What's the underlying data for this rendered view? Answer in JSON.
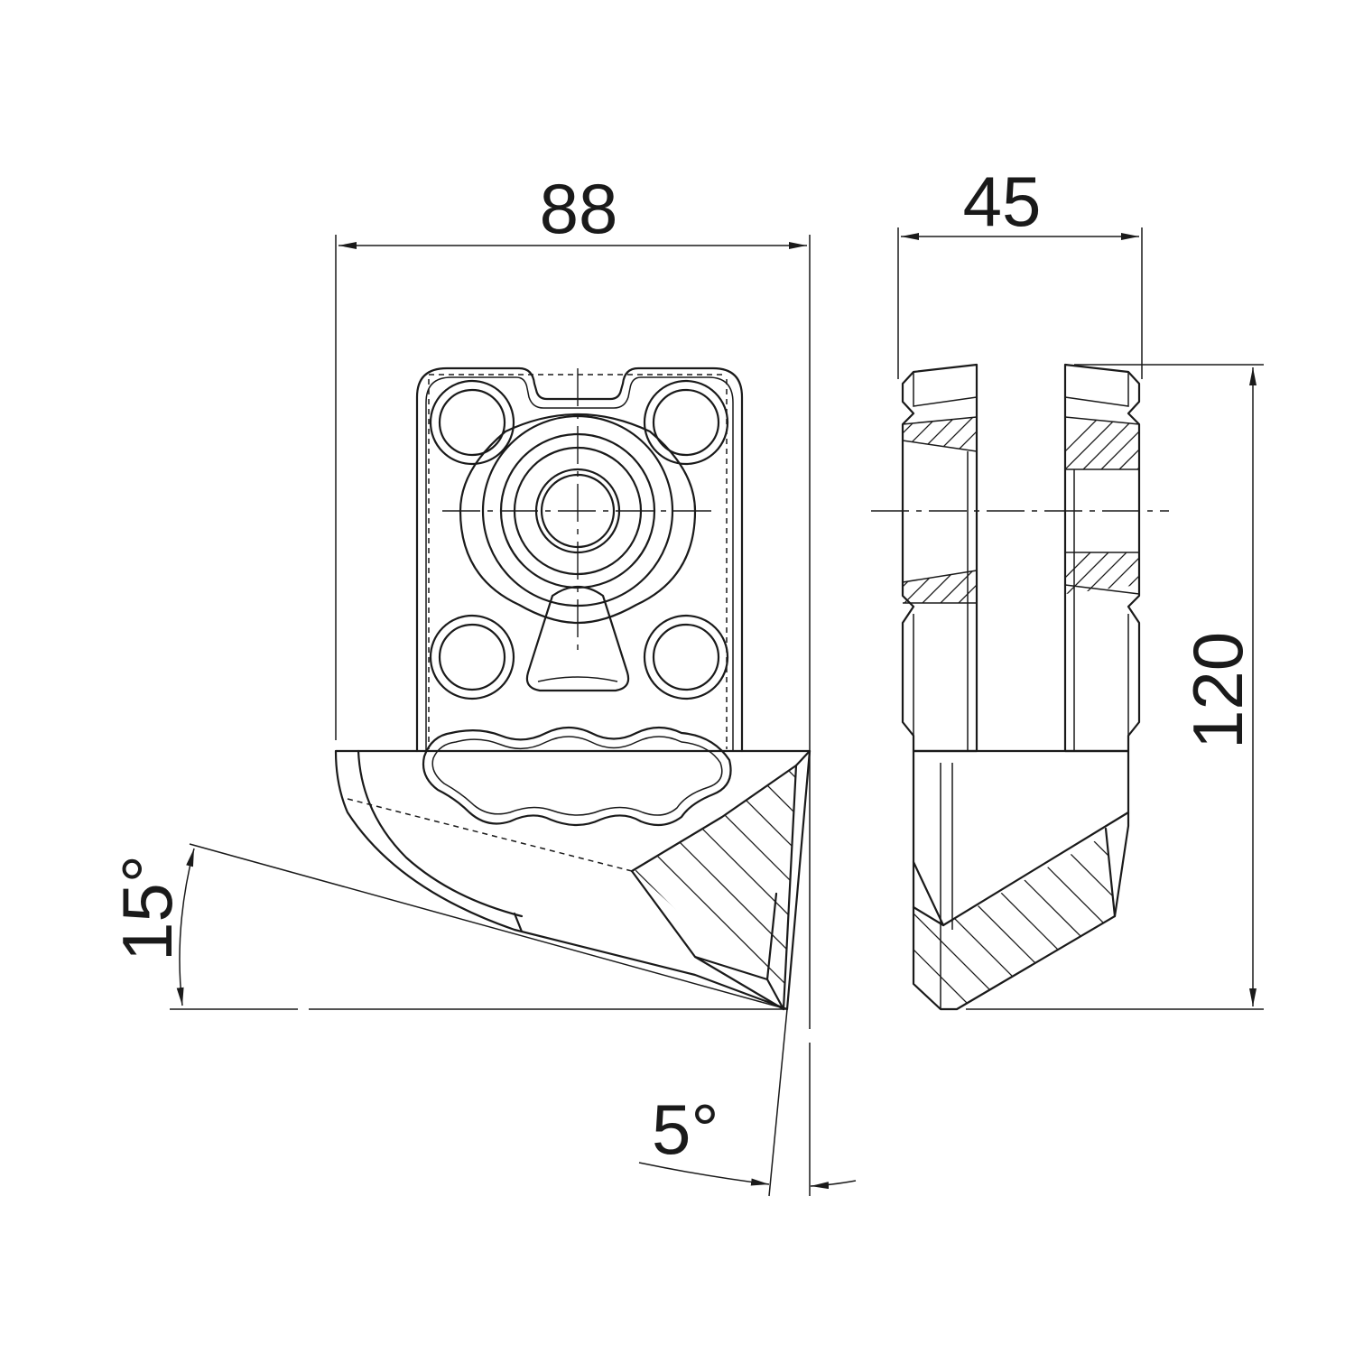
{
  "dimensions": {
    "width_front": "88",
    "width_side": "45",
    "height": "120",
    "clearance_angle": "15°",
    "side_angle": "5°"
  }
}
